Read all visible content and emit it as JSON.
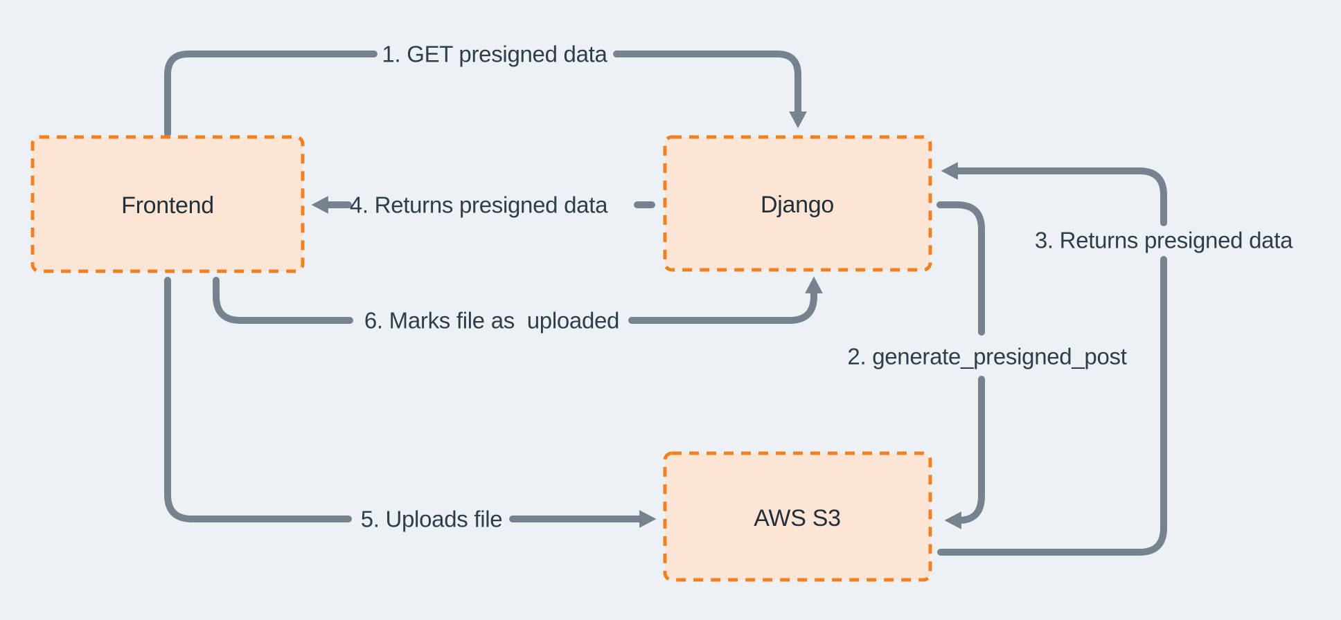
{
  "colors": {
    "bg": "#ecf1f4",
    "node-fill": "#fce5d4",
    "node-border": "#f08122",
    "arrow": "#76838f",
    "node-text": "#222f3a",
    "label-text": "#2e3d4c"
  },
  "diagram": {
    "nodes": [
      {
        "id": "frontend",
        "label": "Frontend"
      },
      {
        "id": "django",
        "label": "Django"
      },
      {
        "id": "aws-s3",
        "label": "AWS S3"
      }
    ],
    "edges": [
      {
        "id": "1",
        "from": "frontend",
        "to": "django",
        "label": "1. GET presigned data"
      },
      {
        "id": "2",
        "from": "django",
        "to": "aws-s3",
        "label": "2. generate_presigned_post"
      },
      {
        "id": "3",
        "from": "aws-s3",
        "to": "django",
        "label": "3. Returns presigned data"
      },
      {
        "id": "4",
        "from": "django",
        "to": "frontend",
        "label": "4. Returns presigned data"
      },
      {
        "id": "5",
        "from": "frontend",
        "to": "aws-s3",
        "label": "5. Uploads file"
      },
      {
        "id": "6",
        "from": "frontend",
        "to": "django",
        "label": "6. Marks file as  uploaded"
      }
    ]
  }
}
